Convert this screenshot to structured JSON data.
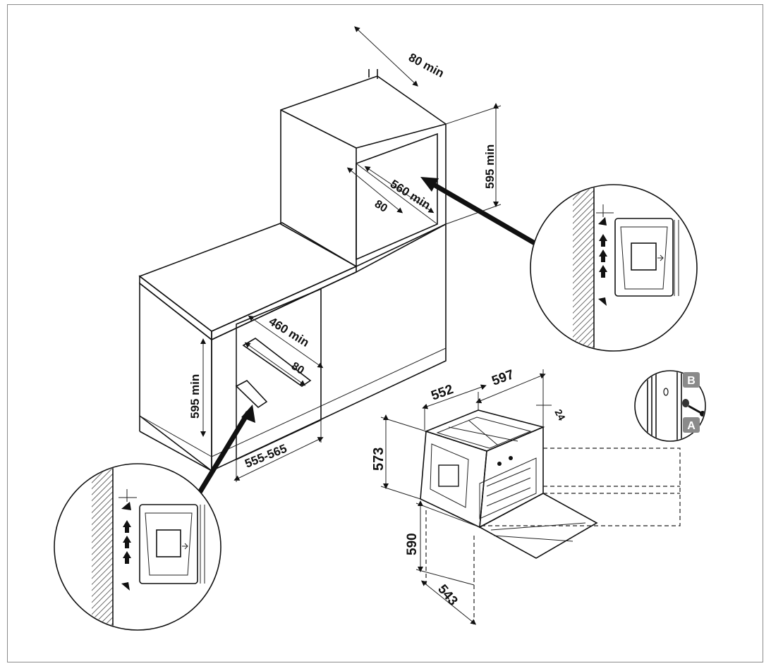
{
  "dimensions": {
    "top_clearance": "80 min",
    "upper_height": "595 min",
    "upper_depth": "560 min",
    "upper_gap": "80",
    "lower_depth": "460 min",
    "lower_gap": "80",
    "lower_height": "595 min",
    "lower_width": "555-565",
    "oven_width": "552",
    "oven_full_width": "597",
    "oven_side": "24",
    "oven_height": "573",
    "oven_door": "590",
    "oven_depth": "543"
  },
  "screw_detail": {
    "label_b": "B",
    "label_a": "A"
  },
  "colors": {
    "line": "#111111",
    "frame": "#8a8a8a",
    "badge": "#8a8a8a"
  }
}
